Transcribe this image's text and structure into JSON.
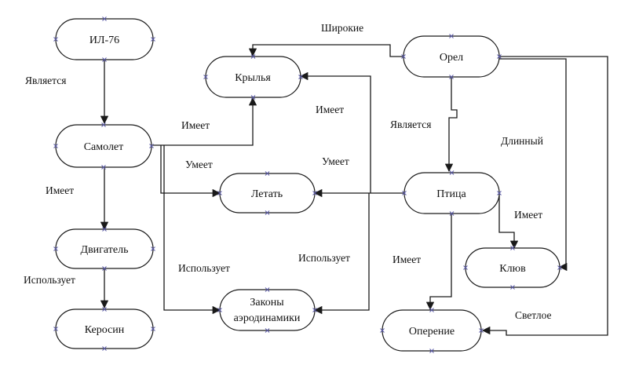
{
  "nodes": {
    "il76": "ИЛ-76",
    "samolet": "Самолет",
    "dvigatel": "Двигатель",
    "kerosin": "Керосин",
    "krylya": "Крылья",
    "letat": "Летать",
    "zakony_line1": "Законы",
    "zakony_line2": "аэродинамики",
    "orel": "Орел",
    "ptitsa": "Птица",
    "klyuv": "Клюв",
    "operenie": "Оперение"
  },
  "edges": {
    "il76_samolet": "Является",
    "samolet_dvigatel": "Имеет",
    "dvigatel_kerosin": "Использует",
    "samolet_krylya": "Имеет",
    "samolet_letat": "Умеет",
    "samolet_zakony": "Использует",
    "orel_krylya": "Широкие",
    "orel_ptitsa": "Является",
    "orel_klyuv": "Длинный",
    "orel_operenie": "Светлое",
    "ptitsa_krylya": "Имеет",
    "ptitsa_letat": "Умеет",
    "ptitsa_zakony": "Использует",
    "ptitsa_klyuv": "Имеет",
    "ptitsa_operenie": "Имеет"
  },
  "colors": {
    "line": "#1a1a1a",
    "port_marker": "#5a5aa8",
    "background": "#ffffff"
  }
}
